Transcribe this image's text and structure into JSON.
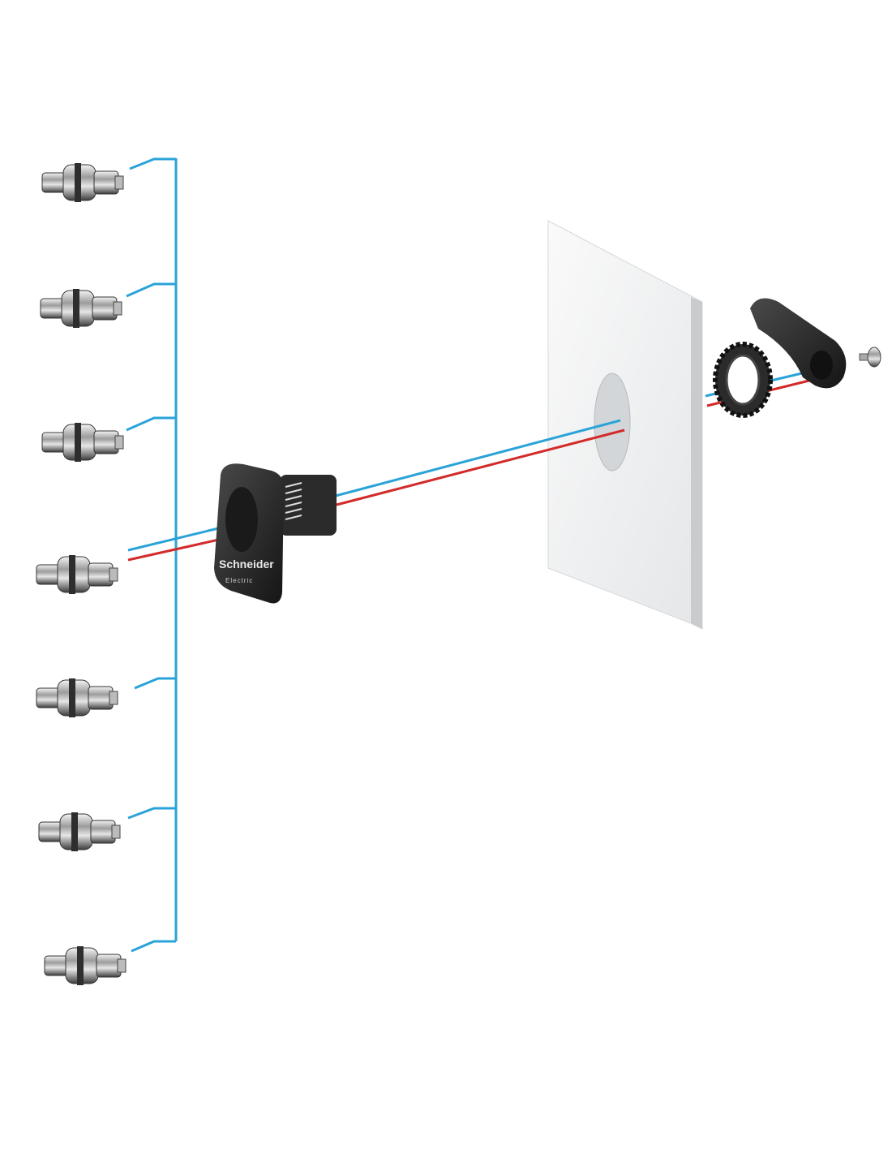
{
  "logo": {
    "brand": "Schneider",
    "sub": "Electric"
  },
  "colors": {
    "blue_line": "#2aa3d8",
    "red_line": "#d32a2a",
    "panel": "#f2f3f4",
    "handle": "#2b2b2b",
    "insert_metal": "#9a9a9a"
  },
  "inserts": [
    "insert-1",
    "insert-2",
    "insert-3",
    "insert-4",
    "insert-5",
    "insert-6",
    "insert-7"
  ]
}
